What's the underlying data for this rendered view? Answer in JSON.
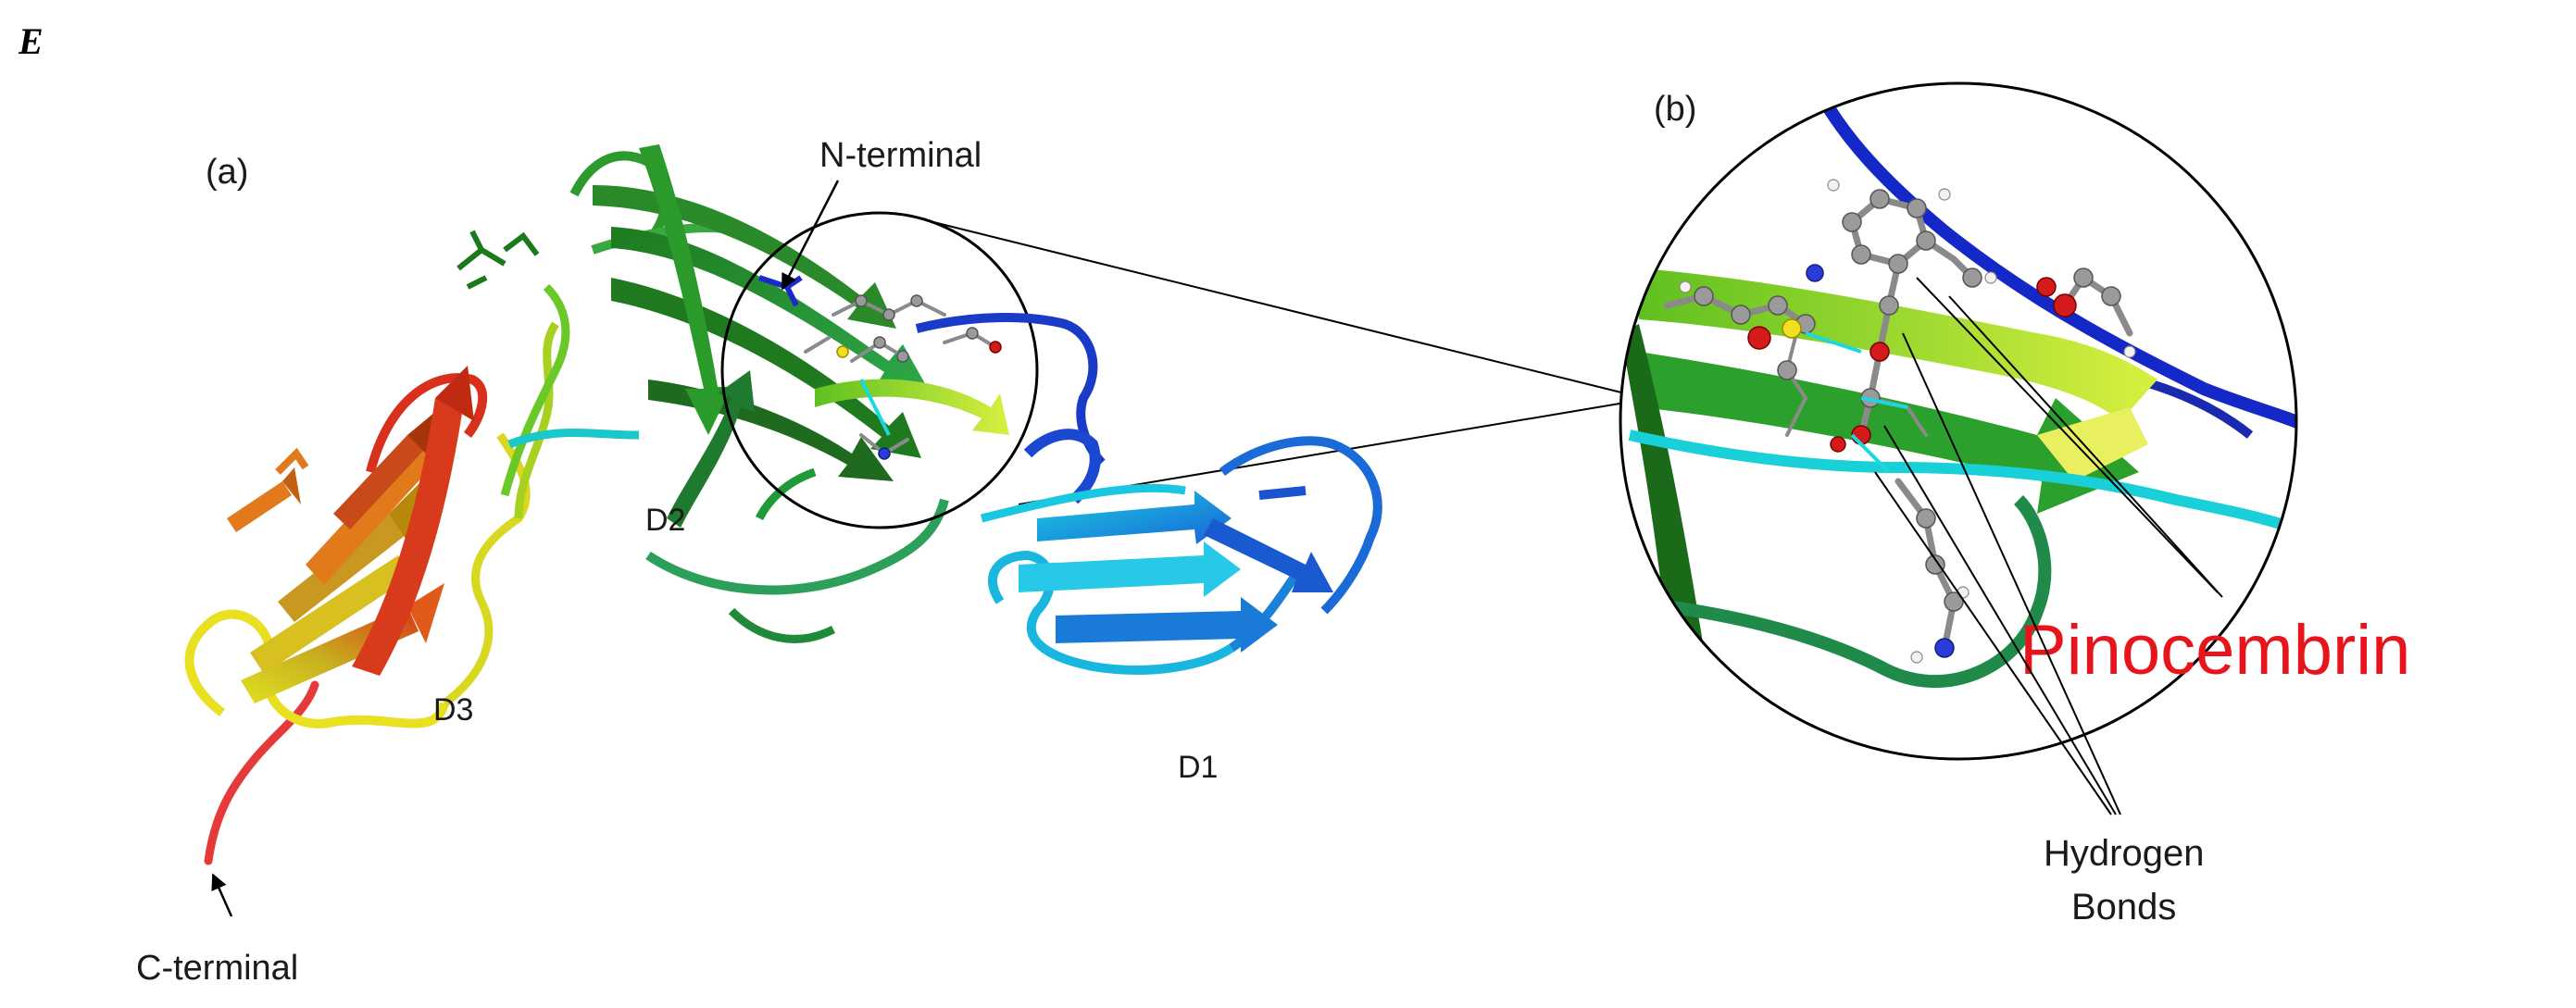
{
  "figure": {
    "panel_letter": "E",
    "panel_a": {
      "label": "(a)",
      "n_terminal": "N-terminal",
      "c_terminal": "C-terminal",
      "domains": {
        "d1": "D1",
        "d2": "D2",
        "d3": "D3"
      }
    },
    "panel_b": {
      "label": "(b)",
      "ligand_name": "Pinocembrin",
      "hbond_label_line1": "Hydrogen",
      "hbond_label_line2": "Bonds"
    },
    "colors": {
      "ligand_label": "#e8141c",
      "d1": "#1aa6e6",
      "d2": "#2c9a2c",
      "d3": "#e8611c",
      "n_term": "#1428c8",
      "c_term": "#e63232",
      "hydrogen_bond": "#19d8e0"
    }
  }
}
